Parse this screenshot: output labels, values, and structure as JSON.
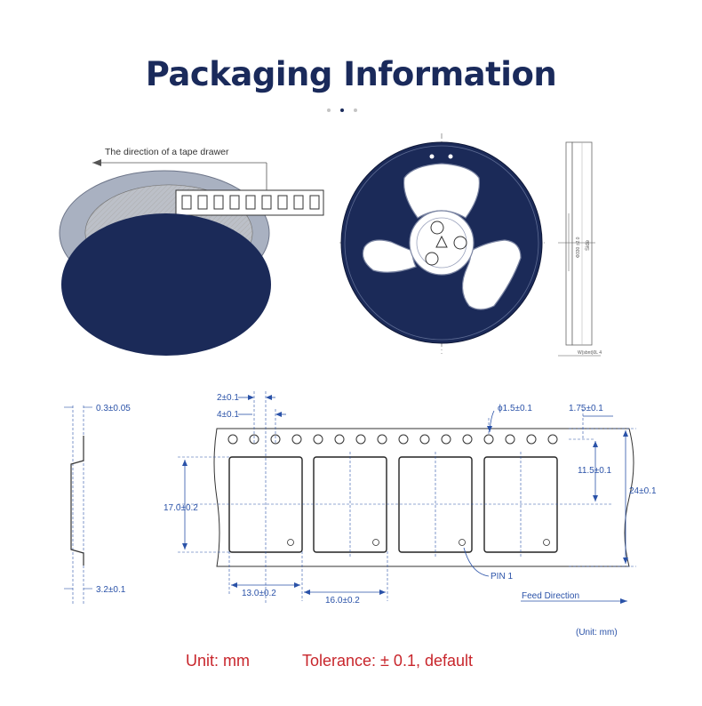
{
  "title": "Packaging Information",
  "carousel": {
    "count": 3,
    "active_index": 1
  },
  "reel": {
    "tape_direction": "The direction of a tape drawer",
    "side_label_1": "Φ330 ±2.0",
    "side_label_2": "Side",
    "side_label_3": "W(sbnt)0L 4"
  },
  "tape": {
    "dims": {
      "thickness": "0.3±0.05",
      "pitch_sprocket": "2±0.1",
      "pitch_hole": "4±0.1",
      "hole_diameter": "ϕ1.5±0.1",
      "edge_offset": "1.75±0.1",
      "center_offset": "11.5±0.1",
      "tape_width": "24±0.1",
      "pocket_height": "17.0±0.2",
      "pocket_width": "13.0±0.2",
      "pocket_pitch": "16.0±0.2",
      "pocket_depth": "3.2±0.1",
      "pin": "PIN 1"
    },
    "feed_direction": "Feed Direction",
    "unit_note": "(Unit: mm)"
  },
  "footer": {
    "unit": "Unit: mm",
    "tolerance": "Tolerance: ± 0.1, default"
  },
  "colors": {
    "navy": "#1b2a58",
    "dim_blue": "#2a52a8",
    "footer_red": "#c8262c"
  }
}
